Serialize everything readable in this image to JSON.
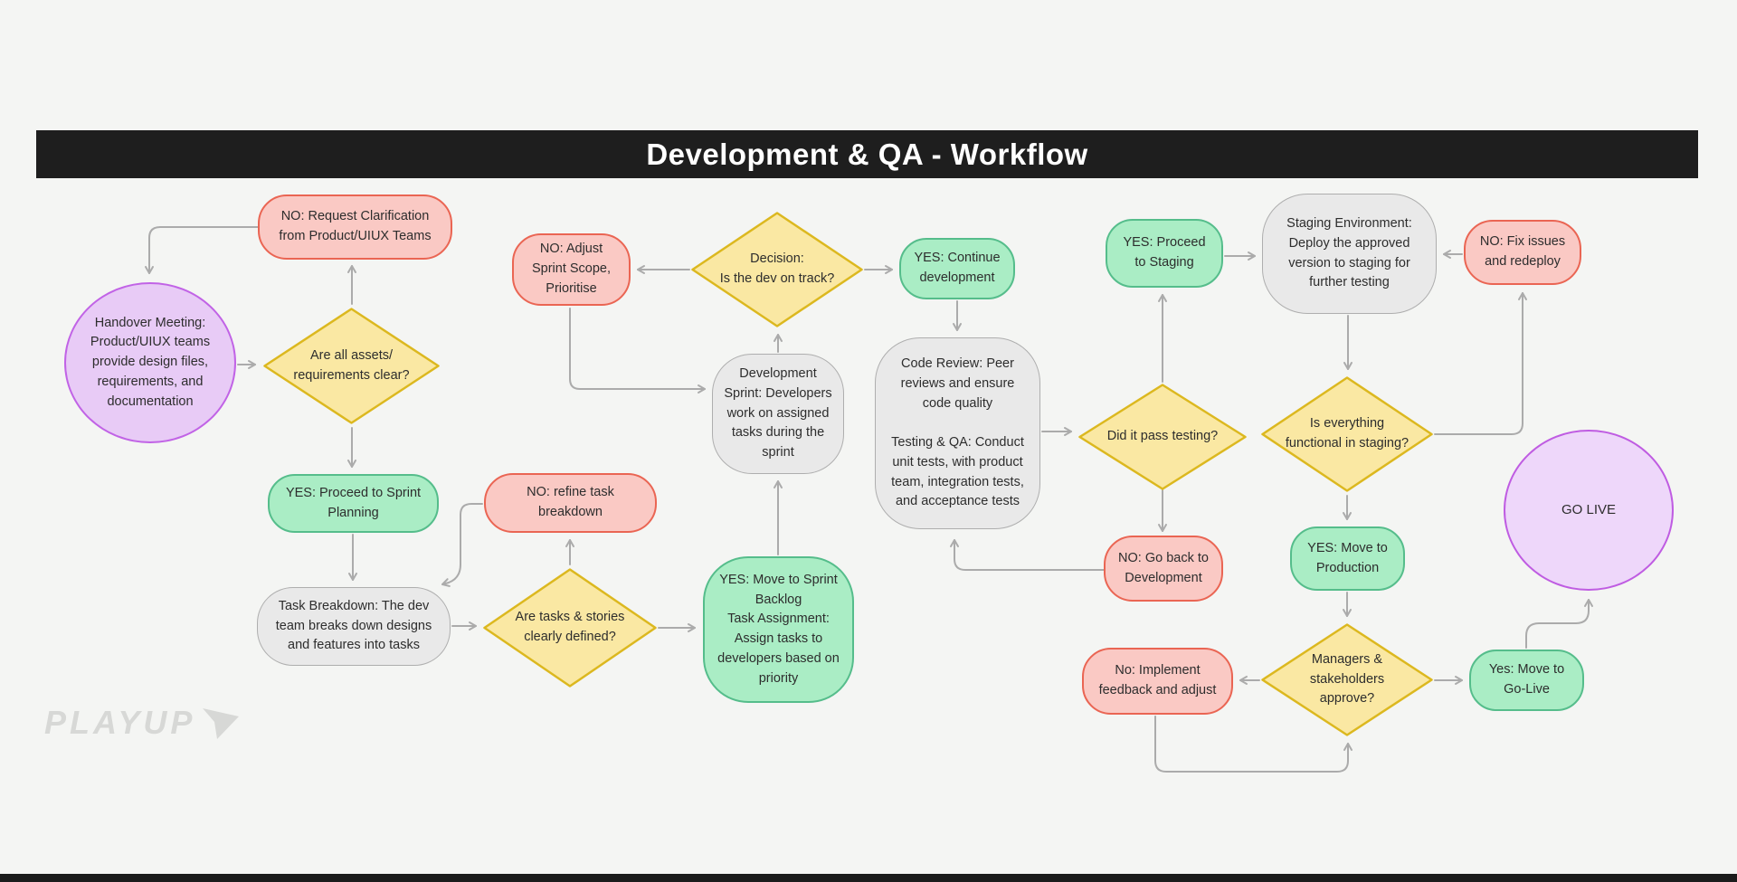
{
  "title": "Development & QA - Workflow",
  "logo": {
    "text": "PLAYUP"
  },
  "colors": {
    "background": "#f4f5f3",
    "title_bar": "#1e1e1e",
    "title_text": "#ffffff",
    "yes_fill": "#aaedc5",
    "yes_border": "#55bd8b",
    "no_fill": "#fac9c4",
    "no_border": "#ea6553",
    "decision_fill": "#fae8a3",
    "decision_border": "#dcb81f",
    "process_fill": "#e9e9e9",
    "process_border": "#aeaeae",
    "terminal_fill": "#e8cbf6",
    "terminal_border": "#c163e6",
    "connector": "#ababab",
    "logo_text": "#d7d8d6"
  },
  "nodes": {
    "handover": {
      "label": "Handover Meeting: Product/UIUX teams provide design files, requirements, and documentation"
    },
    "assets_clear": {
      "label": "Are all assets/ requirements clear?"
    },
    "no_clarification": {
      "label": "NO: Request Clarification from Product/UIUX Teams"
    },
    "yes_sprint_planning": {
      "label": "YES: Proceed to Sprint Planning"
    },
    "task_breakdown": {
      "label": "Task Breakdown: The dev team breaks down designs and features into tasks"
    },
    "tasks_defined": {
      "label": "Are tasks & stories clearly defined?"
    },
    "no_refine": {
      "label": "NO: refine task breakdown"
    },
    "yes_backlog": {
      "label": "YES: Move to Sprint Backlog\nTask Assignment: Assign tasks to developers based on priority"
    },
    "dev_sprint": {
      "label": "Development Sprint: Developers work on assigned tasks during the sprint"
    },
    "decision_track": {
      "label": "Decision:\nIs the dev on track?"
    },
    "no_adjust": {
      "label": "NO: Adjust Sprint Scope, Prioritise"
    },
    "yes_continue": {
      "label": "YES: Continue development"
    },
    "code_review": {
      "label": "Code Review: Peer reviews and ensure code quality\n\nTesting & QA: Conduct unit tests, with product team, integration tests, and acceptance tests"
    },
    "pass_testing": {
      "label": "Did it pass testing?"
    },
    "no_go_back": {
      "label": "NO: Go back to Development"
    },
    "yes_staging": {
      "label": "YES: Proceed to Staging"
    },
    "staging_env": {
      "label": "Staging Environment: Deploy the approved version to staging for further testing"
    },
    "staging_functional": {
      "label": "Is everything functional in staging?"
    },
    "no_fix": {
      "label": "NO: Fix issues and redeploy"
    },
    "yes_production": {
      "label": "YES: Move to Production"
    },
    "managers_approve": {
      "label": "Managers & stakeholders approve?"
    },
    "no_feedback": {
      "label": "No: Implement feedback and adjust"
    },
    "yes_go_live": {
      "label": "Yes: Move to Go-Live"
    },
    "go_live": {
      "label": "GO LIVE"
    }
  }
}
